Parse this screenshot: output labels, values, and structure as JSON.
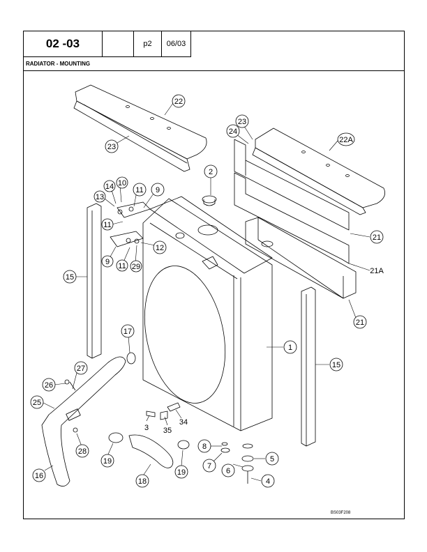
{
  "header": {
    "section_code": "02 -03",
    "page": "p2",
    "date": "06/03"
  },
  "title": "RADIATOR - MOUNTING",
  "drawing_code": "BS03F208",
  "callouts": [
    {
      "label": "22"
    },
    {
      "label": "23"
    },
    {
      "label": "23"
    },
    {
      "label": "24"
    },
    {
      "label": "22A"
    },
    {
      "label": "2"
    },
    {
      "label": "14"
    },
    {
      "label": "10"
    },
    {
      "label": "13"
    },
    {
      "label": "11"
    },
    {
      "label": "9"
    },
    {
      "label": "11"
    },
    {
      "label": "12"
    },
    {
      "label": "9"
    },
    {
      "label": "11"
    },
    {
      "label": "29"
    },
    {
      "label": "15"
    },
    {
      "label": "21"
    },
    {
      "label": "21A"
    },
    {
      "label": "21"
    },
    {
      "label": "17"
    },
    {
      "label": "1"
    },
    {
      "label": "15"
    },
    {
      "label": "27"
    },
    {
      "label": "26"
    },
    {
      "label": "25"
    },
    {
      "label": "3"
    },
    {
      "label": "35"
    },
    {
      "label": "34"
    },
    {
      "label": "28"
    },
    {
      "label": "19"
    },
    {
      "label": "8"
    },
    {
      "label": "5"
    },
    {
      "label": "7"
    },
    {
      "label": "6"
    },
    {
      "label": "16"
    },
    {
      "label": "18"
    },
    {
      "label": "19"
    },
    {
      "label": "4"
    }
  ]
}
